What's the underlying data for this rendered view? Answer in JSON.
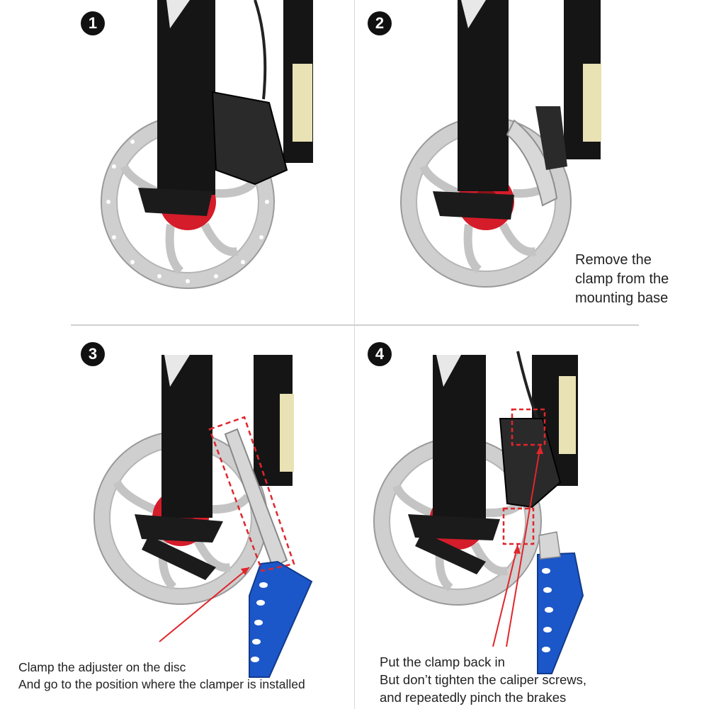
{
  "steps": [
    {
      "number": "1"
    },
    {
      "number": "2"
    },
    {
      "number": "3"
    },
    {
      "number": "4"
    }
  ],
  "captions": {
    "step2": [
      "Remove the",
      "clamp from the",
      "mounting base"
    ],
    "step3": [
      "Clamp the adjuster on the disc",
      "And go to the position where the clamper is installed"
    ],
    "step4": [
      "Put the clamp back in",
      "But don’t tighten the caliper screws,",
      "and repeatedly pinch the brakes"
    ]
  },
  "colors": {
    "rotor": "#c9c9c9",
    "fork": "#151515",
    "hub": "#d41c2a",
    "tool_blue": "#1c57c9",
    "annotation_red": "#e0262b"
  }
}
